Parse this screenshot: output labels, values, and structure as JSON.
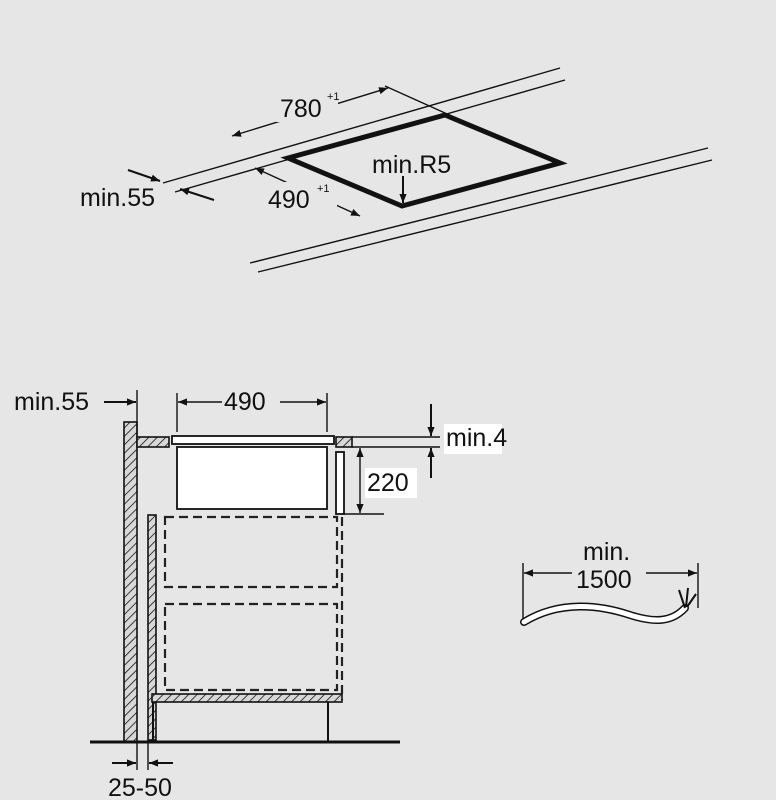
{
  "top_view": {
    "cutout_length": "780",
    "cutout_length_tol": "+1",
    "cutout_width": "490",
    "cutout_width_tol": "+1",
    "corner_radius": "min.R5",
    "edge_distance": "min.55"
  },
  "side_view": {
    "wall_distance": "min.55",
    "appliance_width": "490",
    "gap_top": "min.4",
    "installation_depth": "220",
    "back_gap": "25-50"
  },
  "cable": {
    "min_label": "min.",
    "length": "1500"
  }
}
